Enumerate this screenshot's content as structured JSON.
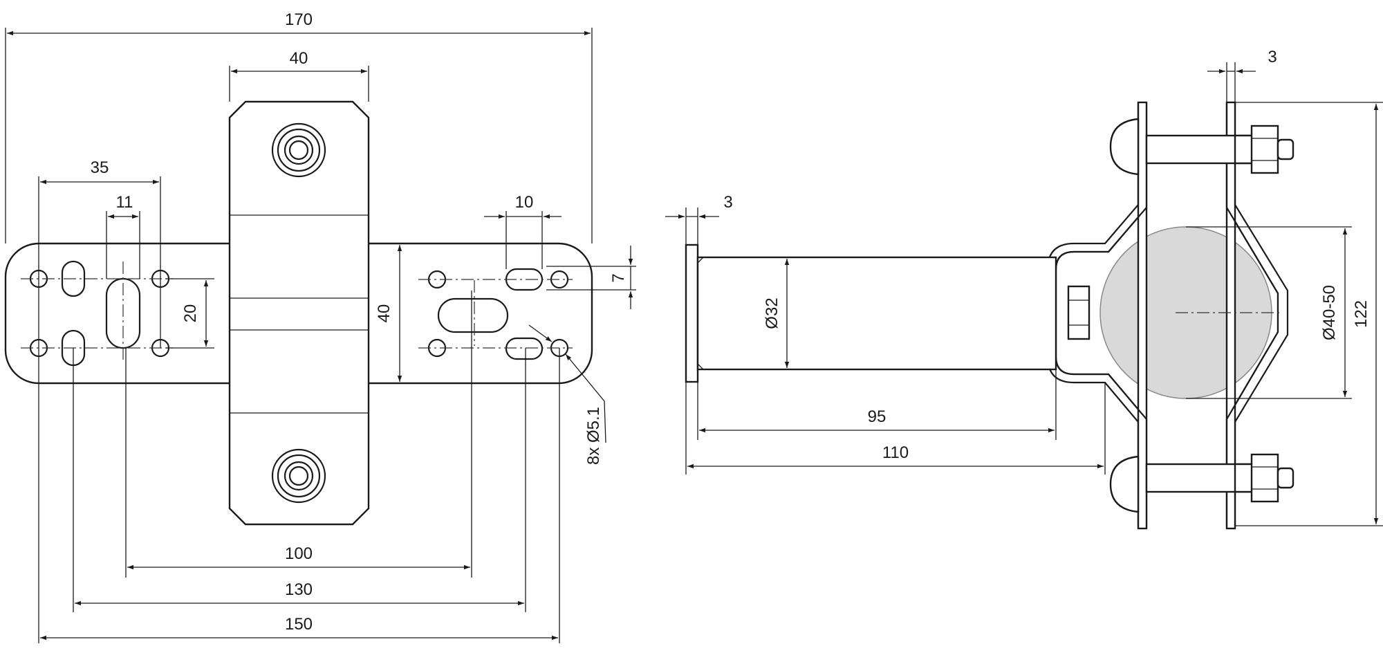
{
  "dimensions": {
    "overall_width": "170",
    "clamp_width": "40",
    "slot_group_width": "35",
    "slot_width": "11",
    "slot_spacing": "10",
    "slot_height": "7",
    "hole_vertical": "20",
    "plate_height": "40",
    "hole_callout": "8x Ø5.1",
    "span_100": "100",
    "span_130": "130",
    "span_150": "150",
    "flange_thickness": "3",
    "rod_diameter": "Ø32",
    "rod_length": "95",
    "overall_length": "110",
    "clamp_thickness": "3",
    "pipe_range": "Ø40-50",
    "clamp_height": "122"
  },
  "colors": {
    "line": "#1a1a1a",
    "pipe_fill": "#d9d9d9",
    "background": "#ffffff"
  }
}
